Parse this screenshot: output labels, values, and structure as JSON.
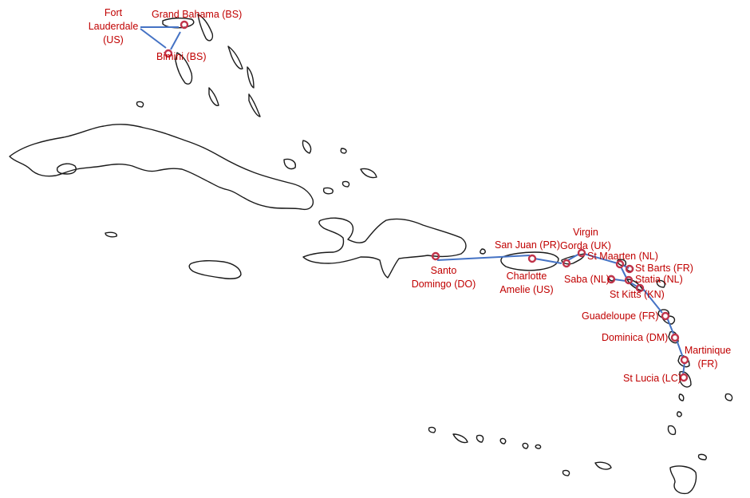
{
  "colors": {
    "label": "#c00000",
    "marker": "#c0334a",
    "route": "#4472c4",
    "coast": "#1a1a1a"
  },
  "places": {
    "fort_lauderdale": [
      "Fort",
      "Lauderdale",
      "(US)"
    ],
    "grand_bahama": "Grand Bahama (BS)",
    "bimini": "Bimini (BS)",
    "virgin_gorda": [
      "Virgin",
      "Gorda (UK)"
    ],
    "san_juan": "San Juan (PR)",
    "santo_domingo": [
      "Santo",
      "Domingo (DO)"
    ],
    "charlotte_amelie": [
      "Charlotte",
      "Amelie (US)"
    ],
    "st_maarten": "St Maarten (NL)",
    "st_barts": "St Barts (FR)",
    "saba": "Saba (NL)",
    "statia": "Statia (NL)",
    "st_kitts": "St Kitts (KN)",
    "guadeloupe": "Guadeloupe (FR)",
    "dominica": "Dominica (DM)",
    "martinique": [
      "Martinique",
      "(FR)"
    ],
    "st_lucia": "St Lucia (LC)"
  }
}
